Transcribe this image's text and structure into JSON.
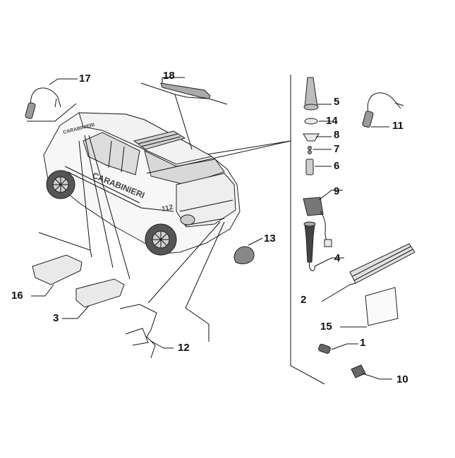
{
  "callouts": [
    {
      "id": "17",
      "label": "17"
    },
    {
      "id": "18",
      "label": "18"
    },
    {
      "id": "5",
      "label": "5"
    },
    {
      "id": "14",
      "label": "14"
    },
    {
      "id": "8",
      "label": "8"
    },
    {
      "id": "7",
      "label": "7"
    },
    {
      "id": "6",
      "label": "6"
    },
    {
      "id": "9",
      "label": "9"
    },
    {
      "id": "11",
      "label": "11"
    },
    {
      "id": "13",
      "label": "13"
    },
    {
      "id": "4",
      "label": "4"
    },
    {
      "id": "16",
      "label": "16"
    },
    {
      "id": "3",
      "label": "3"
    },
    {
      "id": "2",
      "label": "2"
    },
    {
      "id": "15",
      "label": "15"
    },
    {
      "id": "12",
      "label": "12"
    },
    {
      "id": "1",
      "label": "1"
    },
    {
      "id": "10",
      "label": "10"
    }
  ],
  "car_text": {
    "side_lettering": "CARABINIERI",
    "hood_lettering": "CARABINIERI",
    "rear_number": "112"
  }
}
